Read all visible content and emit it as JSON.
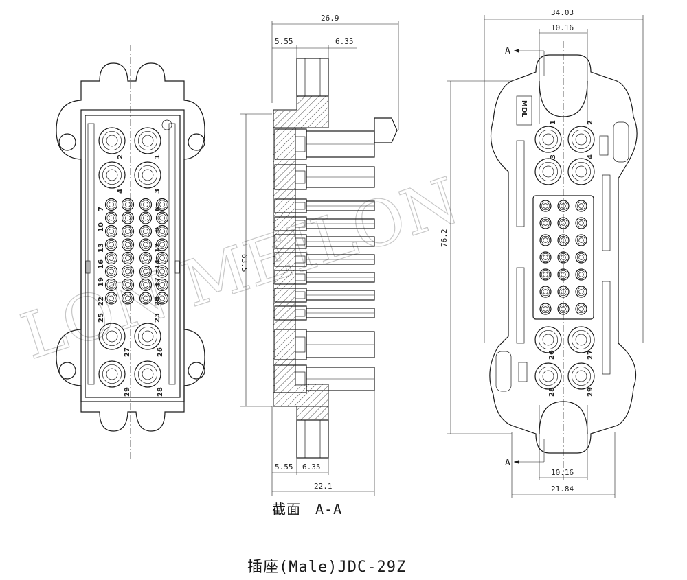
{
  "captions": {
    "section": "截面　A-A",
    "title": "插座(Male)JDC-29Z"
  },
  "watermark": "LON  MEILON",
  "dimensions": {
    "side_total_width": "26.9",
    "side_left_offset_top": "5.55",
    "side_pin_spacing_top": "6.35",
    "side_height": "63.5",
    "side_left_offset_bottom": "5.55",
    "side_pin_spacing_bottom": "6.35",
    "side_base_width": "22.1",
    "right_total_width": "34.03",
    "right_top_spacing": "10.16",
    "right_height": "76.2",
    "right_bottom_spacing": "10.16",
    "right_body_width": "21.84"
  },
  "section_markers": {
    "top": "A",
    "bottom": "A"
  },
  "logo": "MDL",
  "front_pin_labels": [
    "2",
    "1",
    "4",
    "3",
    "7",
    "6",
    "10",
    "9",
    "13",
    "12",
    "16",
    "14",
    "19",
    "17",
    "22",
    "20",
    "25",
    "23",
    "27",
    "26",
    "29",
    "28"
  ],
  "rear_pin_labels": [
    "1",
    "2",
    "3",
    "4",
    "26",
    "27",
    "28",
    "29"
  ]
}
